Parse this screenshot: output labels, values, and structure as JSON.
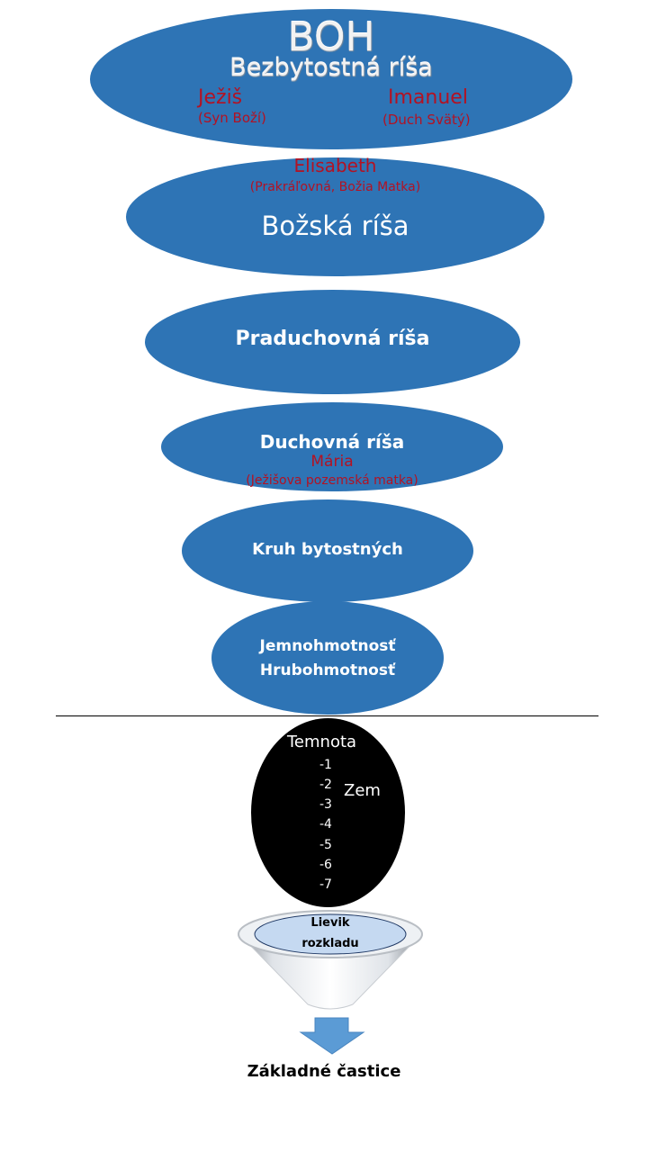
{
  "diagram": {
    "levels": [
      {
        "title": "BOH",
        "subtitle": "Bezbytostná ríša",
        "figures": [
          {
            "name": "Ježiš",
            "role": "(Syn Boží)"
          },
          {
            "name": "Imanuel",
            "role": "(Duch Svätý)"
          }
        ]
      },
      {
        "figure": {
          "name": "Elisabeth",
          "role": "(Prakráľovná, Božia Matka)"
        },
        "title": "Božská ríša"
      },
      {
        "title": "Praduchovná ríša"
      },
      {
        "title": "Duchovná ríša",
        "figure": {
          "name": "Mária",
          "role": "(Ježišova pozemská matka)"
        }
      },
      {
        "title": "Kruh bytostných"
      },
      {
        "lines": [
          "Jemnohmotnosť",
          "Hrubohmotnosť"
        ]
      }
    ],
    "darkness": {
      "title": "Temnota",
      "earth_label": "Zem",
      "levels": [
        "-1",
        "-2",
        "-3",
        "-4",
        "-5",
        "-6",
        "-7"
      ]
    },
    "funnel": {
      "label_line1": "Lievik",
      "label_line2": "rozkladu"
    },
    "output_label": "Základné častice",
    "colors": {
      "realm_fill": "#2e74b5",
      "figure_text": "#b31223",
      "darkness_fill": "#000000",
      "arrow_fill": "#5b9bd5",
      "funnel_disc": "#c5d9f1"
    }
  }
}
